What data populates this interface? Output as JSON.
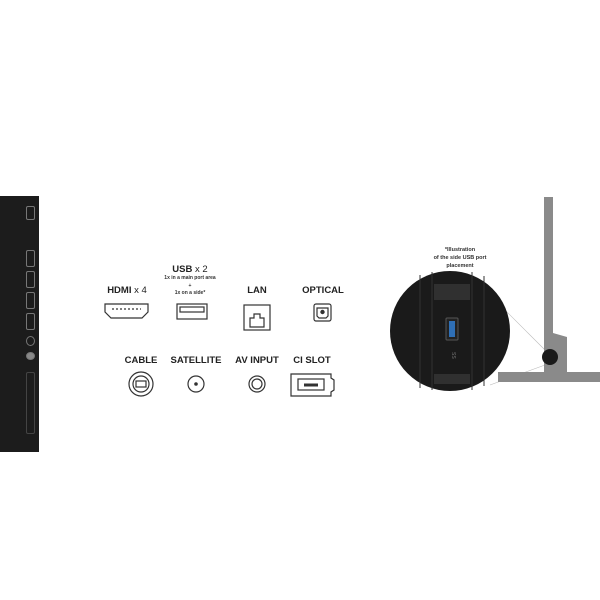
{
  "ports_row1": [
    {
      "label": "HDMI",
      "count": "x 4",
      "icon": "hdmi-icon"
    },
    {
      "label": "USB",
      "count": "x 2",
      "note_line1": "1x in a main port area",
      "note_line2": "+",
      "note_line3": "1x on a side*",
      "icon": "usb-icon"
    },
    {
      "label": "LAN",
      "icon": "lan-icon"
    },
    {
      "label": "OPTICAL",
      "icon": "optical-icon"
    }
  ],
  "ports_row2": [
    {
      "label": "CABLE",
      "icon": "cable-icon"
    },
    {
      "label": "SATELLITE",
      "icon": "satellite-icon"
    },
    {
      "label": "AV INPUT",
      "icon": "av-input-icon"
    },
    {
      "label": "CI SLOT",
      "icon": "ci-slot-icon"
    }
  ],
  "side_note": {
    "line1": "*Illustration",
    "line2": "of the side USB port",
    "line3": "placement"
  },
  "colors": {
    "tv_body": "#1c1c1c",
    "stand": "#8a8a8a",
    "usb_blue": "#2f6fb5"
  }
}
